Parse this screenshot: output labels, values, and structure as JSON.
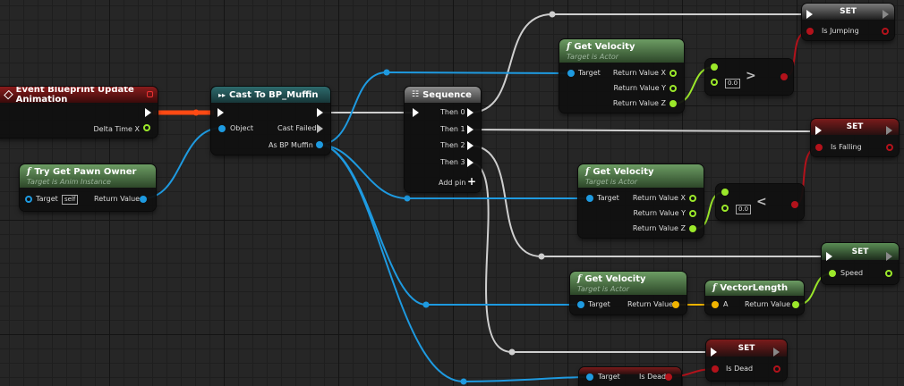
{
  "nodes": {
    "event": {
      "title": "Event Blueprint Update Animation",
      "out_label": "Delta Time X"
    },
    "pawn": {
      "title": "Try Get Pawn Owner",
      "subtitle": "Target is Anim Instance",
      "in_label": "Target",
      "in_value": "self",
      "out_label": "Return Value"
    },
    "cast": {
      "title": "Cast To BP_Muffin",
      "in_label": "Object",
      "out_failed": "Cast Failed",
      "out_as": "As BP Muffin"
    },
    "seq": {
      "title": "Sequence",
      "outs": [
        "Then 0",
        "Then 1",
        "Then 2",
        "Then 3"
      ],
      "add_pin": "Add pin"
    },
    "vel1": {
      "title": "Get Velocity",
      "subtitle": "Target is Actor",
      "in_label": "Target",
      "outs": [
        "Return Value X",
        "Return Value Y",
        "Return Value Z"
      ]
    },
    "vel2": {
      "title": "Get Velocity",
      "subtitle": "Target is Actor",
      "in_label": "Target",
      "outs": [
        "Return Value X",
        "Return Value Y",
        "Return Value Z"
      ]
    },
    "vel3": {
      "title": "Get Velocity",
      "subtitle": "Target is Actor",
      "in_label": "Target",
      "out_label": "Return Value"
    },
    "gt": {
      "op": ">",
      "value": "0.0"
    },
    "lt": {
      "op": "<",
      "value": "0.0"
    },
    "vlen": {
      "title": "VectorLength",
      "in_label": "A",
      "out_label": "Return Value"
    },
    "set_jump": {
      "title": "SET",
      "var": "Is Jumping"
    },
    "set_fall": {
      "title": "SET",
      "var": "Is Falling"
    },
    "set_speed": {
      "title": "SET",
      "var": "Speed"
    },
    "set_dead": {
      "title": "SET",
      "var": "Is Dead"
    },
    "getdead": {
      "in_label": "Target",
      "out_label": "Is Dead"
    }
  },
  "colors": {
    "exec": "#ffffff",
    "object": "#1e9ae0",
    "bool": "#b3121b",
    "float": "#9be82a",
    "vector": "#f0b400",
    "active_exec": "#ff4a14"
  }
}
